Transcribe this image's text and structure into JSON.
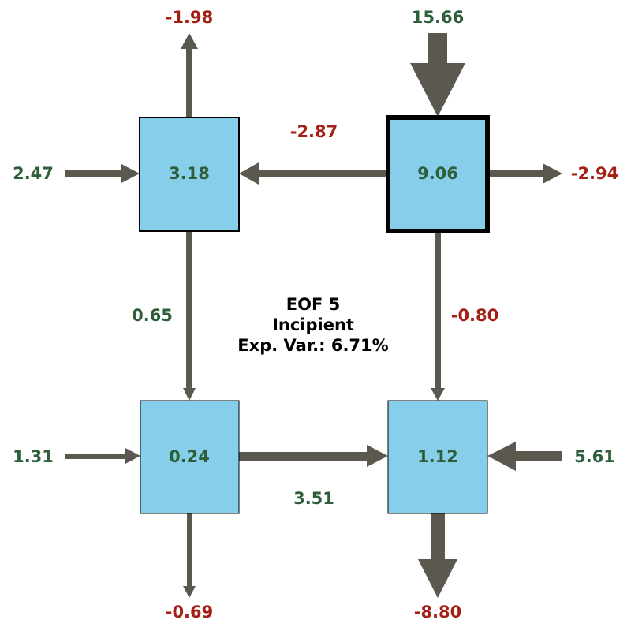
{
  "title": {
    "lines": [
      "EOF 5",
      "Incipient",
      "Exp. Var.: 6.71%"
    ]
  },
  "colors": {
    "box_fill": "#87ceeb",
    "arrow": "#5b5850",
    "positive": "#2f5e3a",
    "negative": "#a52014",
    "title": "#000000"
  },
  "boxes": {
    "top_left": "3.18",
    "top_right": "9.06",
    "bottom_left": "0.24",
    "bottom_right": "1.12"
  },
  "flows": {
    "top_left_up": "-1.98",
    "top_right_in": "15.66",
    "left_in_top": "2.47",
    "top_right_to_top_left": "-2.87",
    "top_right_out": "-2.94",
    "top_left_to_bottom_left": "0.65",
    "top_right_to_bottom_right": "-0.80",
    "left_in_bottom": "1.31",
    "bottom_left_to_bottom_right": "3.51",
    "right_in_bottom": "5.61",
    "bottom_left_down": "-0.69",
    "bottom_right_down": "-8.80"
  }
}
